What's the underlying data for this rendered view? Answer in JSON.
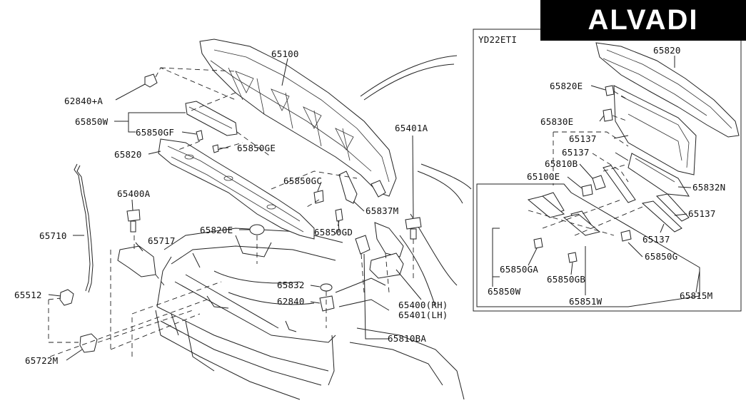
{
  "brand": "ALVADI",
  "variant_label": "YD22ETI",
  "labels": {
    "p65100": "65100",
    "p62840a": "62840+A",
    "p65850w": "65850W",
    "p65850gf": "65850GF",
    "p65850ge": "65850GE",
    "p65820": "65820",
    "p65400a": "65400A",
    "p65710": "65710",
    "p65717": "65717",
    "p65512": "65512",
    "p65722m": "65722M",
    "p65820e": "65820E",
    "p65850gc": "65850GC",
    "p65837m": "65837M",
    "p65850gd": "65850GD",
    "p65401a": "65401A",
    "p65832": "65832",
    "p62840": "62840",
    "p65400rh": "65400(RH)",
    "p65401lh": "65401(LH)",
    "p65810ba": "65810BA",
    "i65820": "65820",
    "i65820e": "65820E",
    "i65830e": "65830E",
    "i65137a": "65137",
    "i65137b": "65137",
    "i65810b": "65810B",
    "i65100e": "65100E",
    "i65832n": "65832N",
    "i65137c": "65137",
    "i65137d": "65137",
    "i65850g": "65850G",
    "i65850ga": "65850GA",
    "i65850gb": "65850GB",
    "i65850w": "65850W",
    "i65851w": "65851W",
    "i65815m": "65815M"
  }
}
